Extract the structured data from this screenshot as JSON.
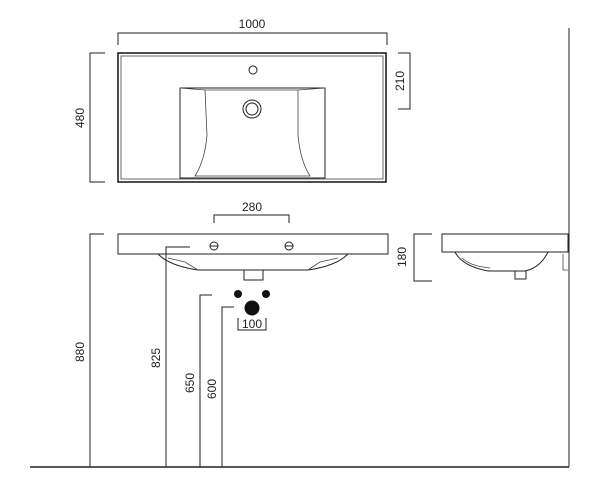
{
  "dimensions": {
    "width_total": "1000",
    "depth": "480",
    "tap_hole_offset": "210",
    "bracket_spacing": "280",
    "basin_height": "180",
    "installation_height": "880",
    "overflow_height": "825",
    "waste_height": "650",
    "supply_height": "600",
    "supply_spacing": "100"
  },
  "colors": {
    "line": "#222222",
    "background": "#ffffff",
    "pipe_fill": "#111111"
  }
}
